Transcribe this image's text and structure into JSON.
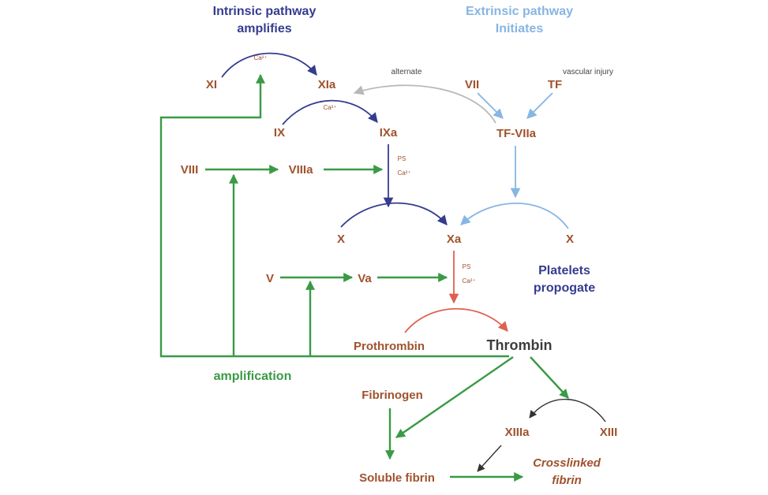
{
  "headings": {
    "intrinsic": [
      "Intrinsic pathway",
      "amplifies"
    ],
    "extrinsic": [
      "Extrinsic pathway",
      "Initiates"
    ],
    "platelets": [
      "Platelets",
      "propogate"
    ]
  },
  "notes": {
    "alternate": "alternate",
    "vascular_injury": "vascular injury",
    "ps": "PS",
    "ca": "Ca²⁺"
  },
  "factors": {
    "xi": "XI",
    "xia": "XIa",
    "ix": "IX",
    "ixa": "IXa",
    "vii": "VII",
    "tf": "TF",
    "tf_viia": "TF-VIIa",
    "viii": "VIII",
    "viiia": "VIIIa",
    "x_left": "X",
    "xa": "Xa",
    "x_right": "X",
    "v": "V",
    "va": "Va",
    "prothrombin": "Prothrombin",
    "thrombin": "Thrombin",
    "fibrinogen": "Fibrinogen",
    "xiiia": "XIIIa",
    "xiii": "XIII",
    "soluble_fibrin": "Soluble fibrin",
    "crosslinked": [
      "Crosslinked",
      "fibrin"
    ]
  },
  "amplification": "amplification",
  "colors": {
    "intrinsic": "#353c8f",
    "extrinsic": "#86b6e3",
    "amplification": "#3a9a45",
    "thrombin_formation": "#e06050",
    "crosslinking": "#333333",
    "alternate": "#b8b8b8",
    "factor_text": "#a0522d"
  }
}
